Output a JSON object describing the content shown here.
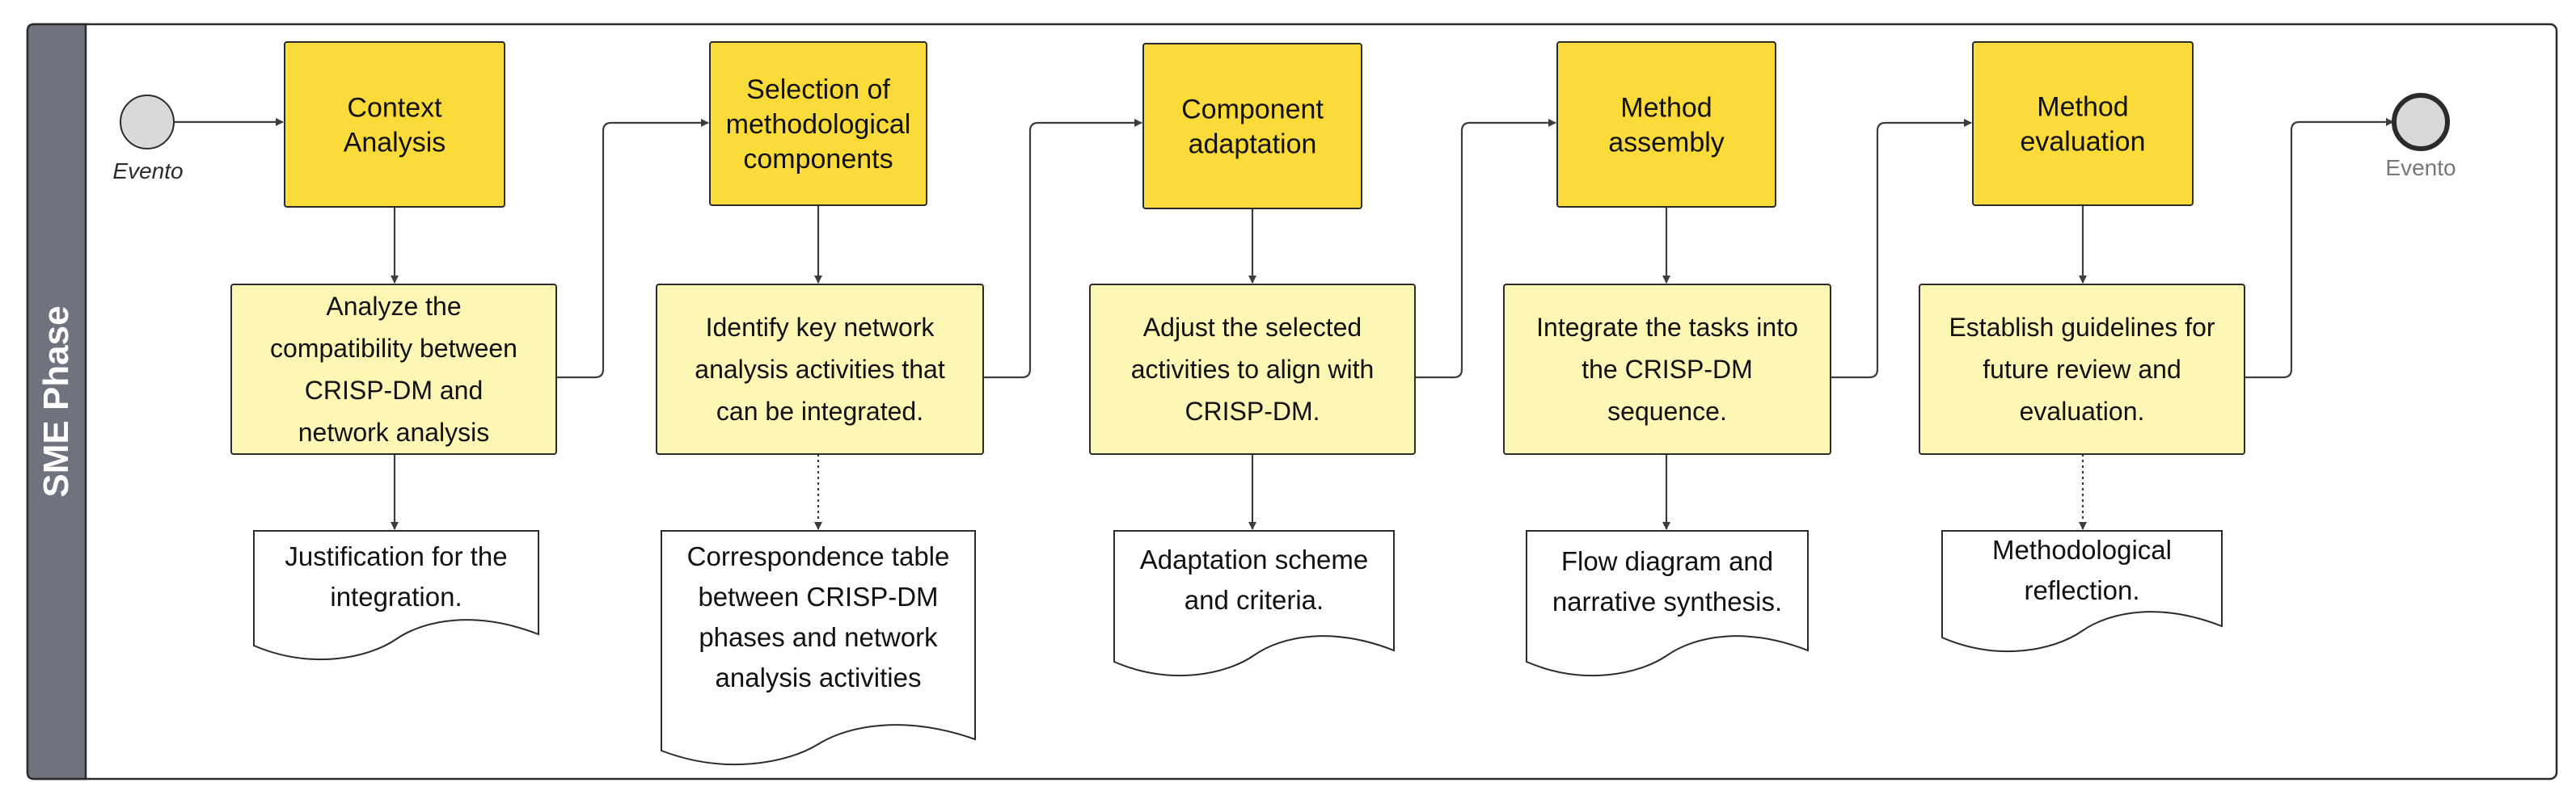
{
  "colors": {
    "pool_bar": "#70727d",
    "pool_border": "#2b2b2b",
    "step_fill": "#fbdb3a",
    "activity_fill": "#fcf7b5",
    "shape_stroke": "#2b2b2b",
    "start_fill": "#d9d9d9",
    "end_fill": "#d9d9d9",
    "connector": "#3c3c3c",
    "event_label_start": "#2b2b2b",
    "event_label_end": "#777777"
  },
  "pool": {
    "label": "SME Phase"
  },
  "start_event": {
    "label": "Evento",
    "icon": "start-event-circle"
  },
  "end_event": {
    "label": "Evento",
    "icon": "end-event-circle"
  },
  "stages": [
    {
      "step": [
        "Context",
        "Analysis"
      ],
      "activity": [
        "Analyze the",
        "compatibility between",
        "CRISP-DM and",
        "network analysis"
      ],
      "output": [
        "Justification for the",
        "integration."
      ],
      "output_link": "solid"
    },
    {
      "step": [
        "Selection of",
        "methodological",
        "components"
      ],
      "activity": [
        "Identify key network",
        "analysis activities that",
        "can be integrated."
      ],
      "output": [
        "Correspondence table",
        "between CRISP-DM",
        "phases and network",
        "analysis activities"
      ],
      "output_link": "dotted"
    },
    {
      "step": [
        "Component",
        "adaptation"
      ],
      "activity": [
        "Adjust the selected",
        "activities to align with",
        "CRISP-DM."
      ],
      "output": [
        "Adaptation scheme",
        "and criteria."
      ],
      "output_link": "solid"
    },
    {
      "step": [
        "Method",
        "assembly"
      ],
      "activity": [
        "Integrate the tasks into",
        "the CRISP-DM",
        "sequence."
      ],
      "output": [
        "Flow diagram and",
        "narrative synthesis."
      ],
      "output_link": "solid"
    },
    {
      "step": [
        "Method",
        "evaluation"
      ],
      "activity": [
        "Establish guidelines for",
        "future review and",
        "evaluation."
      ],
      "output": [
        "Methodological",
        "reflection."
      ],
      "output_link": "dotted"
    }
  ]
}
